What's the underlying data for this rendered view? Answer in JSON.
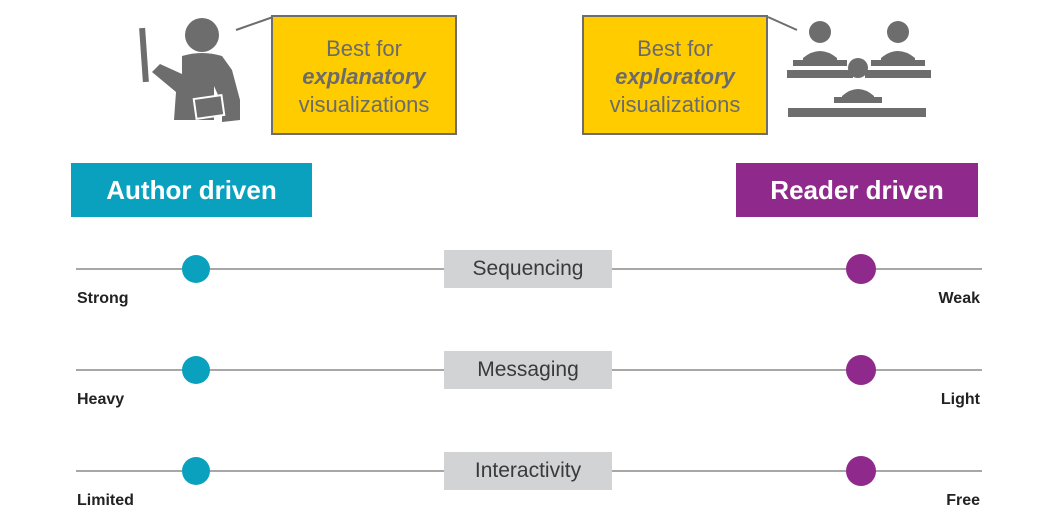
{
  "callouts": {
    "left": {
      "line1": "Best for",
      "emphasis": "explanatory",
      "line3": "visualizations"
    },
    "right": {
      "line1": "Best for",
      "emphasis": "exploratory",
      "line3": "visualizations"
    }
  },
  "tags": {
    "author": {
      "label": "Author driven",
      "color": "#0aa1bf"
    },
    "reader": {
      "label": "Reader driven",
      "color": "#8f2a8c"
    }
  },
  "icons": {
    "left": "teacher-presenting-icon",
    "right": "students-at-desks-icon"
  },
  "scales": [
    {
      "label": "Sequencing",
      "left_end": "Strong",
      "right_end": "Weak"
    },
    {
      "label": "Messaging",
      "left_end": "Heavy",
      "right_end": "Light"
    },
    {
      "label": "Interactivity",
      "left_end": "Limited",
      "right_end": "Free"
    }
  ],
  "colors": {
    "line": "#8a8a8a",
    "box": "#ffcc00",
    "icon": "#6d6d6d"
  }
}
